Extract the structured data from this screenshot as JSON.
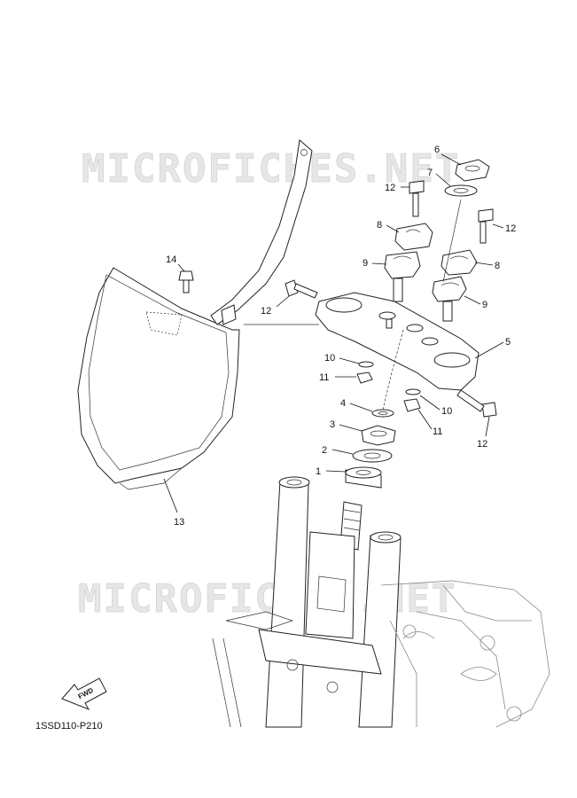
{
  "watermark": "MICROFICHES.NET",
  "diagram_code": "1SSD110-P210",
  "fwd_label": "FWD",
  "callouts": {
    "c1": "1",
    "c2": "2",
    "c3": "3",
    "c4": "4",
    "c5": "5",
    "c6": "6",
    "c7": "7",
    "c8a": "8",
    "c8b": "8",
    "c9a": "9",
    "c9b": "9",
    "c10a": "10",
    "c10b": "10",
    "c11a": "11",
    "c11b": "11",
    "c12a": "12",
    "c12b": "12",
    "c12c": "12",
    "c12d": "12",
    "c13": "13",
    "c14": "14"
  }
}
